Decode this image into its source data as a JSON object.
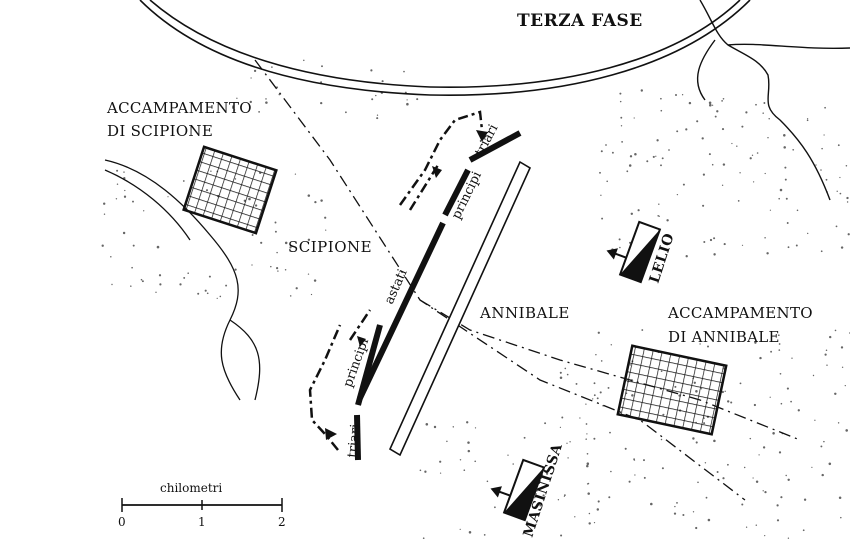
{
  "map": {
    "title": "TERZA FASE",
    "labels": {
      "scipio_camp_line1": "ACCAMPAMENTO",
      "scipio_camp_line2": "DI SCIPIONE",
      "hannibal_camp_line1": "ACCAMPAMENTO",
      "hannibal_camp_line2": "DI ANNIBALE",
      "scipio_army": "SCIPIONE",
      "hannibal_army": "ANNIBALE",
      "lelio": "LELIO",
      "masinissa": "MASINISSA",
      "triari_top": "triari",
      "principi_top": "principi",
      "astati": "astati",
      "principi_bottom": "principi",
      "triari_bottom": "triari"
    },
    "scale": {
      "label": "chilometri",
      "ticks": [
        "0",
        "1",
        "2"
      ]
    },
    "colors": {
      "ink": "#111111",
      "background": "#ffffff"
    }
  }
}
